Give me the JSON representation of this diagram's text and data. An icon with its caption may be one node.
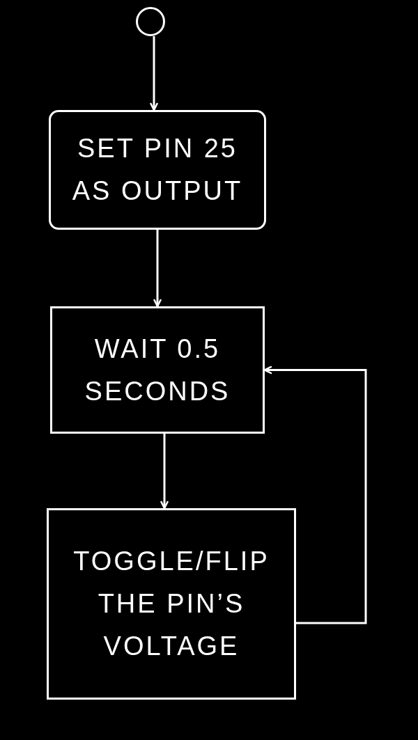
{
  "diagram": {
    "nodes": [
      {
        "text": [],
        "shape": "circle"
      },
      {
        "text": [
          "SET PIN 25 AS OUTPUT"
        ]
      },
      {
        "text": [
          "WAIT 0.5 SECONDS"
        ]
      },
      {
        "text": [
          "TOGGLE/FLIP THE PIN’S VOLTAGE"
        ]
      }
    ],
    "edges": [
      {
        "from": 0,
        "to": 1,
        "arrow": "to"
      },
      {
        "from": 1,
        "to": 2,
        "arrow": "to"
      },
      {
        "from": 2,
        "to": 3,
        "arrow": "to"
      },
      {
        "from": 3,
        "to": 2,
        "arrow": "to"
      }
    ]
  }
}
